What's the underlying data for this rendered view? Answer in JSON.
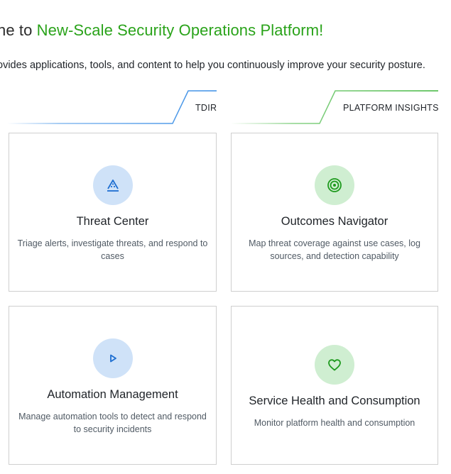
{
  "header": {
    "title_prefix": "ne to ",
    "title_brand": "New-Scale Security Operations Platform!",
    "subtitle": "ovides applications, tools, and content to help you continuously improve your security posture."
  },
  "sections": [
    {
      "label": "TDIR",
      "accent": "#3a8ee6"
    },
    {
      "label": "PLATFORM INSIGHTS",
      "accent": "#3db53a"
    }
  ],
  "cards": [
    {
      "title": "Threat Center",
      "description": "Triage alerts, investigate threats, and respond to cases",
      "icon": "threat-center-icon"
    },
    {
      "title": "Outcomes Navigator",
      "description": "Map threat coverage against use cases, log sources, and detection capability",
      "icon": "target-icon"
    },
    {
      "title": "Automation Management",
      "description": "Manage automation tools to detect and respond to security incidents",
      "icon": "play-icon"
    },
    {
      "title": "Service Health and Consumption",
      "description": "Monitor platform health and consumption",
      "icon": "heart-icon"
    }
  ],
  "colors": {
    "brand_green": "#2aa31a",
    "blue_icon": "#1f6fd1",
    "green_icon": "#1e9a1e"
  }
}
